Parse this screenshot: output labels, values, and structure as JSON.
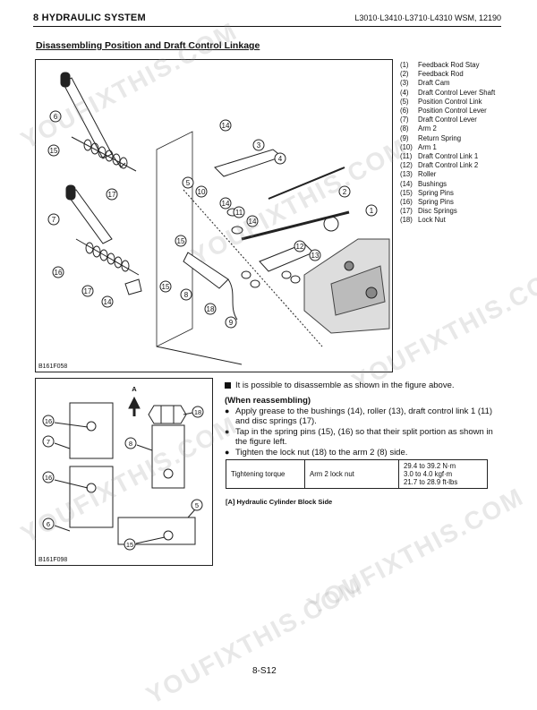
{
  "header": {
    "left": "8 HYDRAULIC SYSTEM",
    "right": "L3010·L3410·L3710·L4310  WSM, 12190"
  },
  "section_title": "Disassembling Position and Draft Control Linkage",
  "figure_top_code": "B161F058",
  "figure_bottom_code": "B161F098",
  "legend": [
    {
      "num": "(1)",
      "text": "Feedback Rod Stay"
    },
    {
      "num": "(2)",
      "text": "Feedback Rod"
    },
    {
      "num": "(3)",
      "text": "Draft Cam"
    },
    {
      "num": "(4)",
      "text": "Draft Control Lever Shaft"
    },
    {
      "num": "(5)",
      "text": "Position Control Link"
    },
    {
      "num": "(6)",
      "text": "Position Control Lever"
    },
    {
      "num": "(7)",
      "text": "Draft Control Lever"
    },
    {
      "num": "(8)",
      "text": "Arm 2"
    },
    {
      "num": "(9)",
      "text": "Return Spring"
    },
    {
      "num": "(10)",
      "text": "Arm 1"
    },
    {
      "num": "(11)",
      "text": "Draft Control Link 1"
    },
    {
      "num": "(12)",
      "text": "Draft Control Link 2"
    },
    {
      "num": "(13)",
      "text": "Roller"
    },
    {
      "num": "(14)",
      "text": "Bushings"
    },
    {
      "num": "(15)",
      "text": "Spring Pins"
    },
    {
      "num": "(16)",
      "text": "Spring Pins"
    },
    {
      "num": "(17)",
      "text": "Disc Springs"
    },
    {
      "num": "(18)",
      "text": "Lock Nut"
    }
  ],
  "notes": {
    "main": "It is possible to disassemble as shown in the figure above.",
    "when_heading": "(When reassembling)",
    "bullets": [
      "Apply grease to the bushings (14), roller (13), draft control link 1 (11) and disc springs (17).",
      "Tap in the spring pins (15), (16) so that their split portion as shown in the figure left.",
      "Tighten the lock nut (18) to the arm 2 (8) side."
    ]
  },
  "torque_table": {
    "label": "Tightening torque",
    "item": "Arm 2 lock nut",
    "values": [
      "29.4 to 39.2 N·m",
      "3.0 to 4.0 kgf·m",
      "21.7 to 28.9 ft-lbs"
    ]
  },
  "cylinder_note": "[A]  Hydraulic Cylinder Block Side",
  "page_number": "8-S12",
  "figure_labels": {
    "arrow_a": "A",
    "c1": "1",
    "c2": "2",
    "c3": "3",
    "c4": "4",
    "c5": "5",
    "c6": "6",
    "c7": "7",
    "c8": "8",
    "c9": "9",
    "c10": "10",
    "c11": "11",
    "c12": "12",
    "c13": "13",
    "c14": "14",
    "c15": "15",
    "c16": "16",
    "c17": "17",
    "c18": "18"
  },
  "watermark": "YOUFIXTHIS.COM"
}
